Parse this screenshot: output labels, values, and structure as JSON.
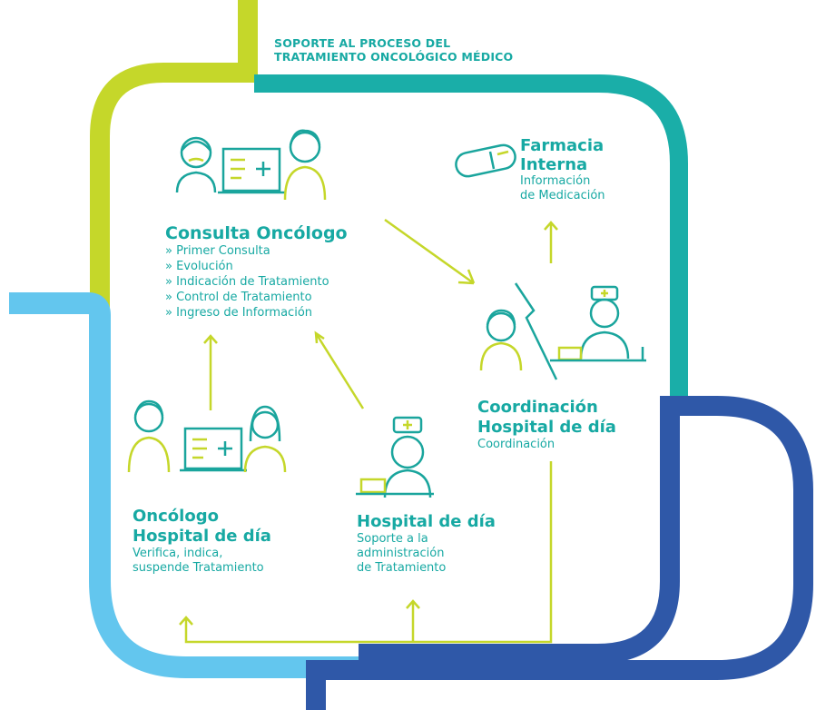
{
  "header": {
    "line1": "SOPORTE AL PROCESO DEL",
    "line2": "TRATAMIENTO ONCOLÓGICO MÉDICO"
  },
  "nodes": {
    "consulta": {
      "title": "Consulta Oncólogo",
      "items": [
        "» Primer Consulta",
        "» Evolución",
        "» Indicación de Tratamiento",
        "» Control de Tratamiento",
        "» Ingreso de Información"
      ]
    },
    "farmacia": {
      "title_line1": "Farmacia",
      "title_line2": "Interna",
      "desc_line1": "Información",
      "desc_line2": "de Medicación"
    },
    "coordinacion": {
      "title_line1": "Coordinación",
      "title_line2": "Hospital de día",
      "desc": "Coordinación"
    },
    "oncologo_hd": {
      "title_line1": "Oncólogo",
      "title_line2": "Hospital de día",
      "desc_line1": "Verifica, indica,",
      "desc_line2": "suspende Tratamiento"
    },
    "hospital_dia": {
      "title": "Hospital de día",
      "desc_line1": "Soporte a la",
      "desc_line2": "administración",
      "desc_line3": "de Tratamiento"
    }
  },
  "colors": {
    "lime": "#c5d72a",
    "teal": "#17a9a3",
    "teal_band": "#1aaea8",
    "light_blue": "#63c6ee",
    "navy": "#2f58a8",
    "arrow": "#c5d72a",
    "icon_teal": "#1aa59d",
    "icon_lime": "#c5d72a"
  }
}
